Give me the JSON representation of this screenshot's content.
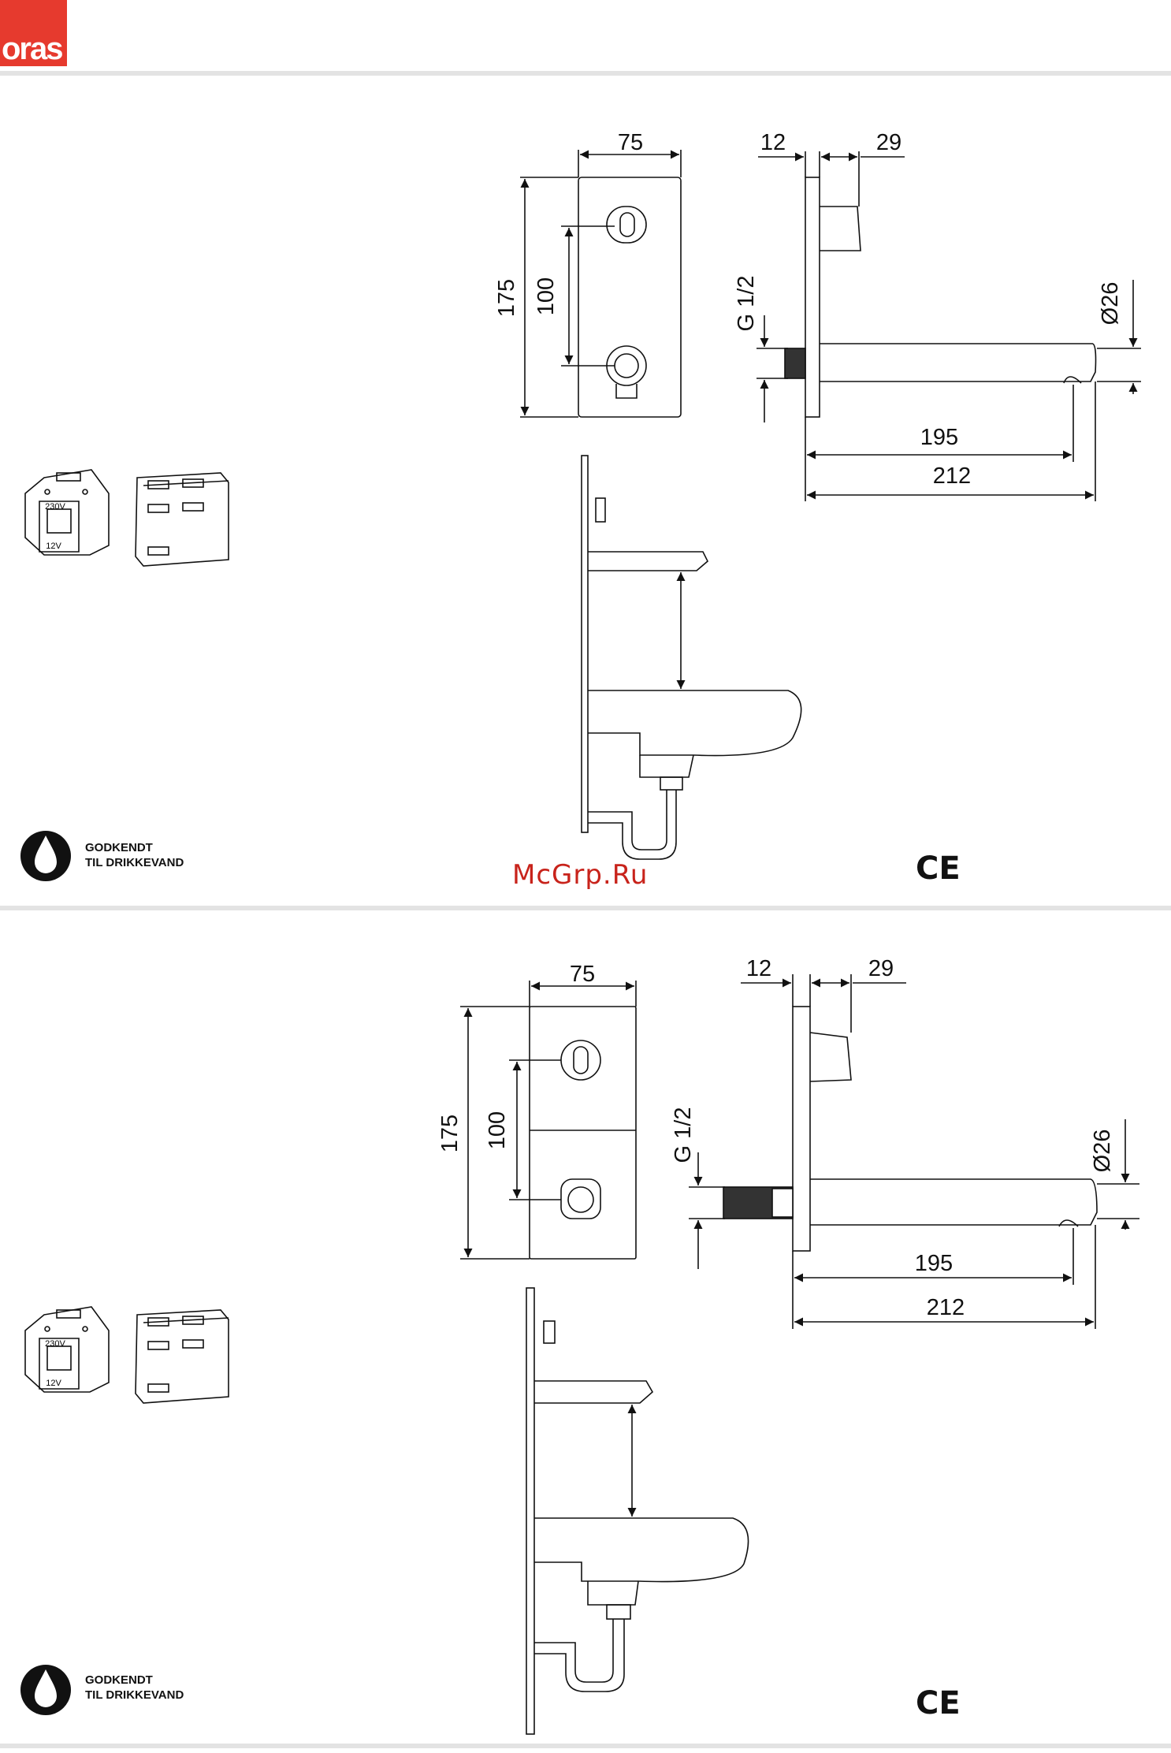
{
  "brand": {
    "logo_text": "oras",
    "color": "#e63a2e"
  },
  "watermark": "McGrp.Ru",
  "sections": [
    {
      "dims": {
        "width": "75",
        "height": "175",
        "spacing": "100",
        "plate": "12",
        "sensor": "29",
        "thread": "G 1/2",
        "diameter": "Ø26",
        "reach_inner": "195",
        "reach_outer": "212"
      },
      "transformer": {
        "label_230": "230V",
        "label_12": "12V"
      },
      "badge": {
        "line1": "GODKENDT",
        "line2": "TIL DRIKKEVAND"
      },
      "ce_mark": "CE"
    },
    {
      "dims": {
        "width": "75",
        "height": "175",
        "spacing": "100",
        "plate": "12",
        "sensor": "29",
        "thread": "G 1/2",
        "diameter": "Ø26",
        "reach_inner": "195",
        "reach_outer": "212"
      },
      "transformer": {
        "label_230": "230V",
        "label_12": "12V"
      },
      "badge": {
        "line1": "GODKENDT",
        "line2": "TIL DRIKKEVAND"
      },
      "ce_mark": "CE"
    }
  ]
}
